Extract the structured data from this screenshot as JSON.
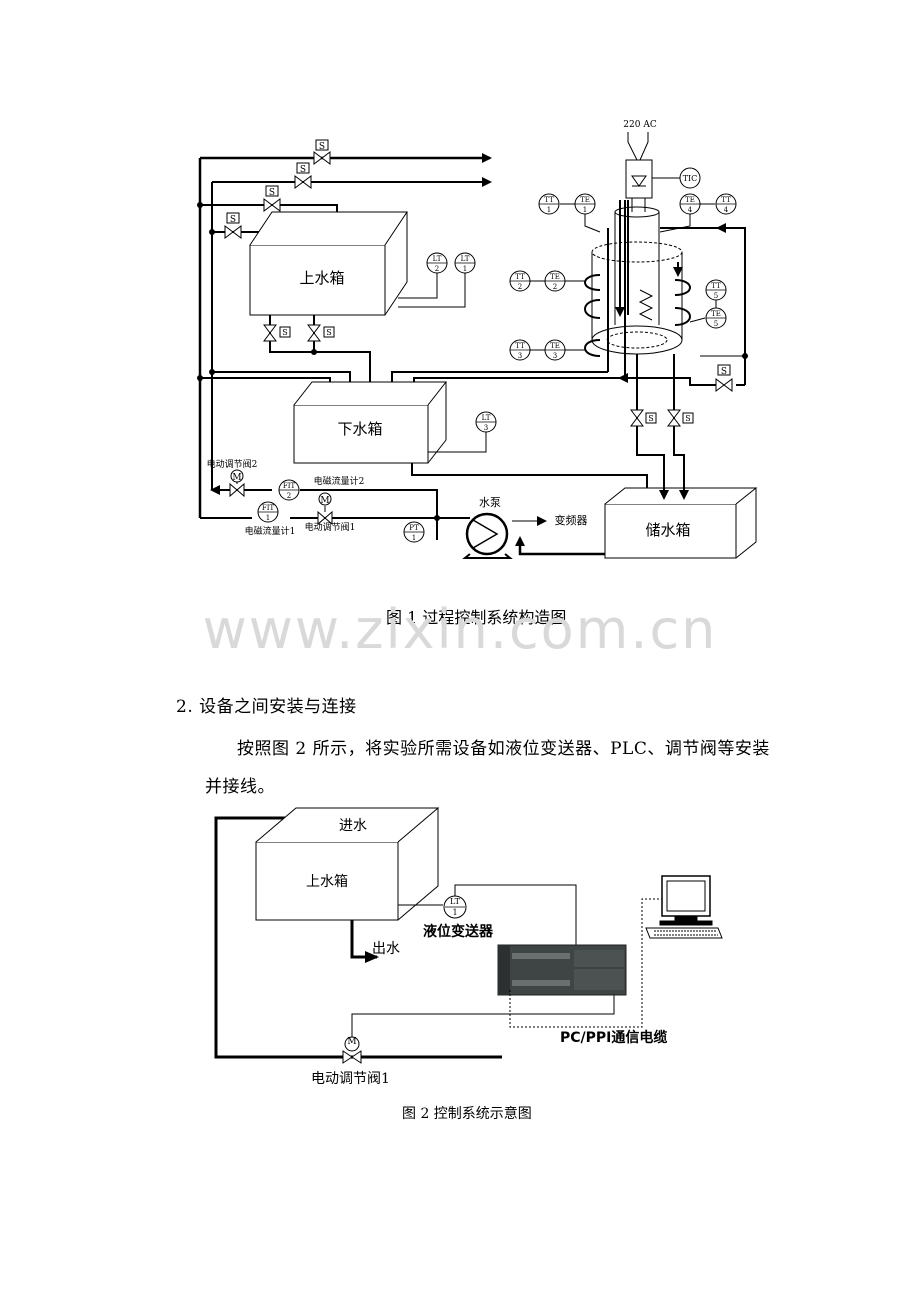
{
  "figure1": {
    "caption": "图 1  过程控制系统构造图",
    "labels": {
      "upper_tank": "上水箱",
      "lower_tank": "下水箱",
      "storage_tank": "储水箱",
      "pump": "水泵",
      "inverter": "变频器",
      "power": "220 AC",
      "tic": "TIC",
      "valve_s": "S",
      "motor_m": "M",
      "elec_valve_2": "电动调节阀2",
      "elec_valve_1": "电动调节阀1",
      "flowmeter_2": "电磁流量计2",
      "flowmeter_1": "电磁流量计1"
    },
    "instruments": [
      {
        "tag": "LT",
        "num": "2"
      },
      {
        "tag": "LT",
        "num": "1"
      },
      {
        "tag": "LT",
        "num": "3"
      },
      {
        "tag": "FIT",
        "num": "2"
      },
      {
        "tag": "FIT",
        "num": "1"
      },
      {
        "tag": "PT",
        "num": "1"
      },
      {
        "tag": "TT",
        "num": "1"
      },
      {
        "tag": "TE",
        "num": "1"
      },
      {
        "tag": "TE",
        "num": "4"
      },
      {
        "tag": "TT",
        "num": "4"
      },
      {
        "tag": "TT",
        "num": "2"
      },
      {
        "tag": "TE",
        "num": "2"
      },
      {
        "tag": "TT",
        "num": "5"
      },
      {
        "tag": "TE",
        "num": "5"
      },
      {
        "tag": "TT",
        "num": "3"
      },
      {
        "tag": "TE",
        "num": "3"
      }
    ]
  },
  "watermark": "www.zixin.com.cn",
  "section": {
    "heading": "2.  设备之间安装与连接",
    "para_line1": "按照图 2 所示，将实验所需设备如液位变送器、PLC、调节阀等安装",
    "para_line2": "并接线。"
  },
  "figure2": {
    "caption": "图 2  控制系统示意图",
    "labels": {
      "inlet": "进水",
      "upper_tank": "上水箱",
      "outlet": "出水",
      "lt_tag": "LT",
      "lt_num": "1",
      "level_transmitter": "液位变送器",
      "cable": "PC/PPI通信电缆",
      "valve": "电动调节阀1",
      "motor_m": "M"
    }
  }
}
